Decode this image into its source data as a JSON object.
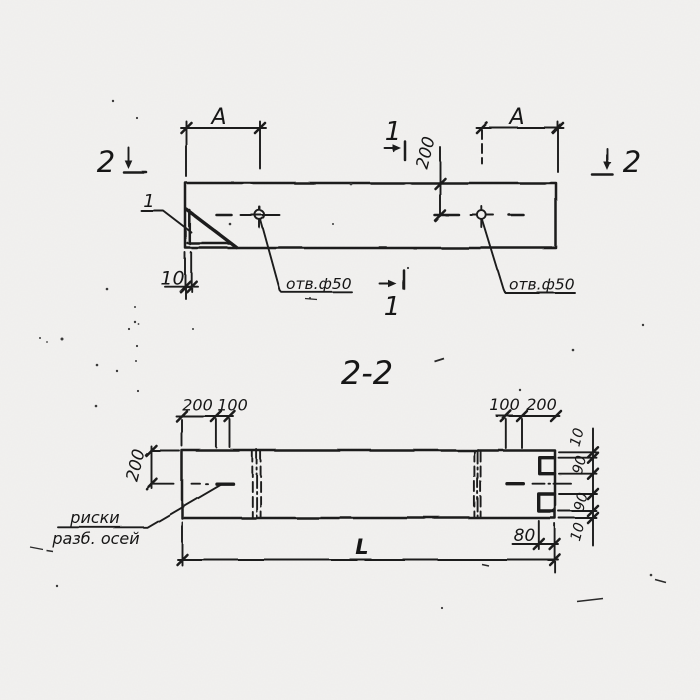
{
  "drawing": {
    "paper_color": "#f2f1ef",
    "ink_color": "#1d1d1d",
    "plan_view": {
      "dim_a_left": "А",
      "dim_a_right": "А",
      "dim_hole_offset": "200",
      "dim_end_offset": "10",
      "hole_note_left": "отв.ф50",
      "hole_note_right": "отв.ф50",
      "detail_mark": "1",
      "section1_mark_top": "1",
      "section1_mark_bottom": "1",
      "section2_mark_left": "2",
      "section2_mark_right": "2"
    },
    "section_view": {
      "title": "2-2",
      "dim_left_200": "200",
      "dim_left_100": "100",
      "dim_right_100": "100",
      "dim_right_200": "200",
      "dim_height_200": "200",
      "dim_notch_10_top": "10",
      "dim_notch_90_top": "90",
      "dim_notch_90_bottom": "90",
      "dim_notch_10_bottom": "10",
      "dim_notch_depth_80": "80",
      "dim_total_length": "L",
      "axis_note_line1": "риски",
      "axis_note_line2": "разб. осей"
    }
  }
}
